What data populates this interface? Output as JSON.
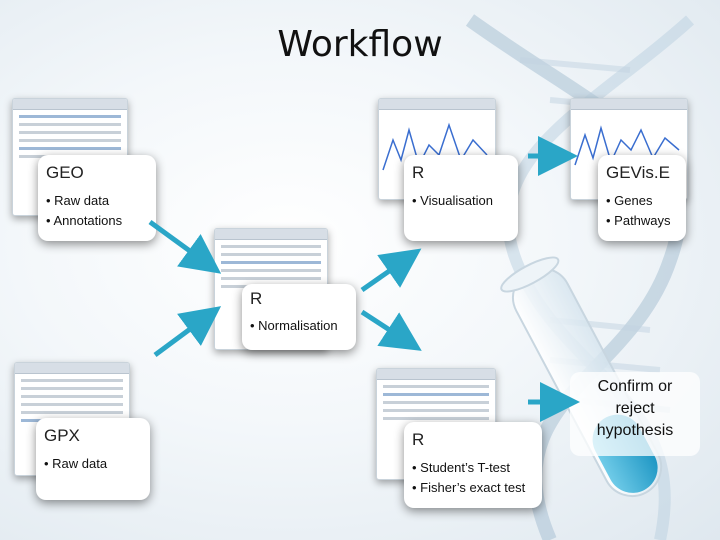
{
  "title": "Workflow",
  "cards": {
    "geo": {
      "heading": "GEO",
      "items": [
        "Raw data",
        "Annotations"
      ]
    },
    "r_vis": {
      "heading": "R",
      "items": [
        "Visualisation"
      ]
    },
    "gevise": {
      "heading": "GEVis.E",
      "items": [
        "Genes",
        "Pathways"
      ]
    },
    "r_norm": {
      "heading": "R",
      "items": [
        "Normalisation"
      ]
    },
    "gpx": {
      "heading": "GPX",
      "items": [
        "Raw data"
      ]
    },
    "r_test": {
      "heading": "R",
      "items": [
        "Student’s T-test",
        "Fisher’s exact test"
      ]
    }
  },
  "confirm": {
    "line1": "Confirm or",
    "line2": "reject",
    "line3": "hypothesis"
  },
  "colors": {
    "arrow": "#2aa6c7",
    "card_bg": "#ffffff",
    "title": "#111111"
  }
}
